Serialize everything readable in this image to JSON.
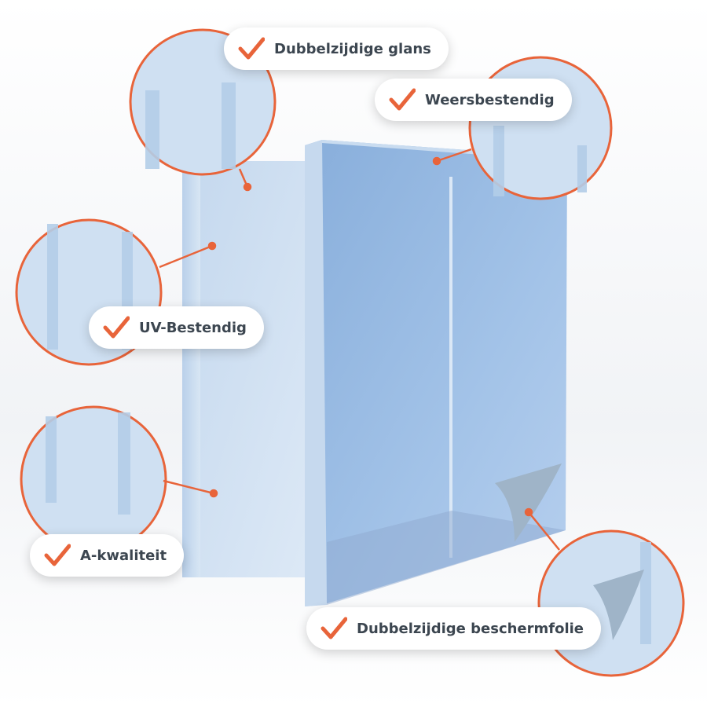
{
  "labels": {
    "double_gloss": "Dubbelzijdige glans",
    "weather_resistant": "Weersbestendig",
    "uv_resistant": "UV-Bestendig",
    "a_quality": "A-kwaliteit",
    "protective_film": "Dubbelzijdige beschermfolie"
  },
  "colors": {
    "accent": "#e8643a",
    "text": "#3c4650",
    "panel": "#a9c6e6"
  },
  "icons": {
    "check": "checkmark-icon"
  }
}
